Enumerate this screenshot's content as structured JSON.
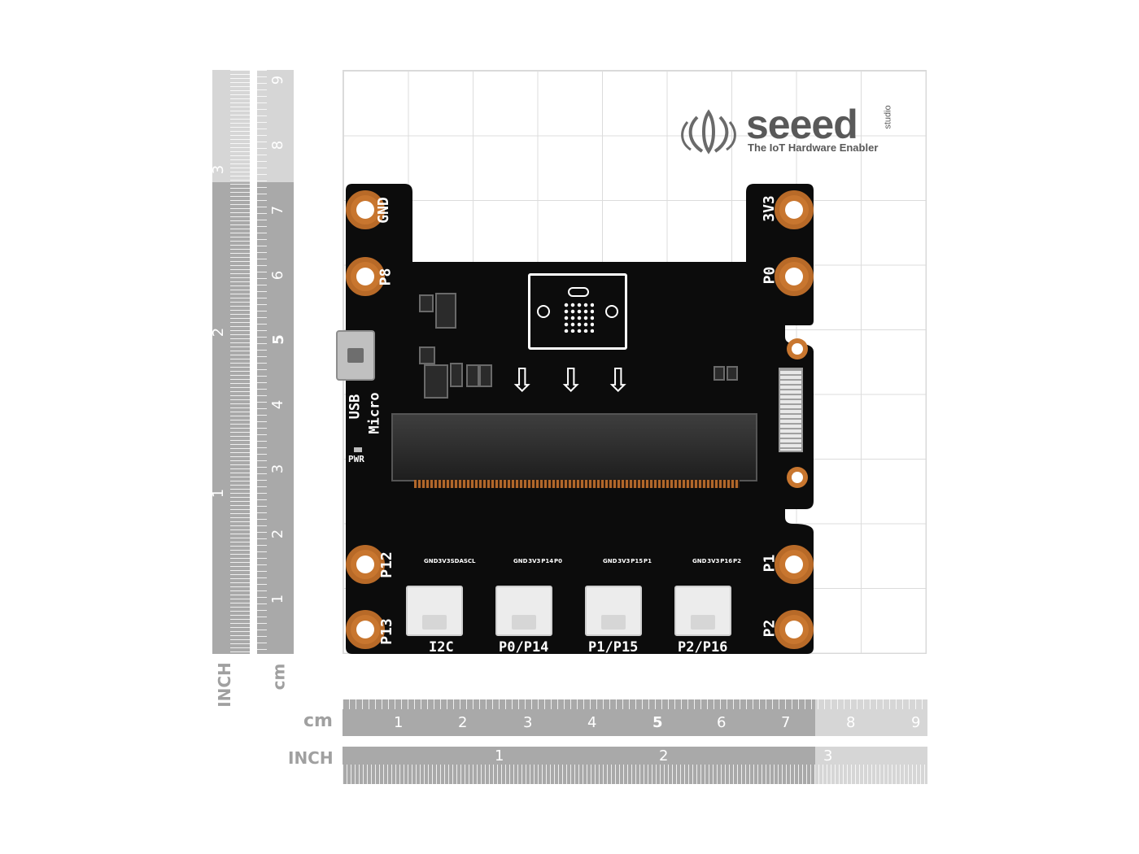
{
  "logo": {
    "name": "seeed",
    "sub": "studio",
    "tagline": "The IoT Hardware Enabler"
  },
  "rulers": {
    "left_inch_label": "INCH",
    "left_cm_label": "cm",
    "bottom_cm_label": "cm",
    "bottom_inch_label": "INCH",
    "cm_ticks": [
      "1",
      "2",
      "3",
      "4",
      "5",
      "6",
      "7",
      "8",
      "9"
    ],
    "inch_ticks": [
      "1",
      "2",
      "3"
    ]
  },
  "board": {
    "pads_left": [
      "GND",
      "P8",
      "P12",
      "P13"
    ],
    "pads_right": [
      "3V3",
      "P0",
      "P1",
      "P2"
    ],
    "usb_label_1": "Micro",
    "usb_label_2": "USB",
    "pwr_label": "PWR",
    "connectors": [
      {
        "name": "I2C",
        "pins": [
          "GND",
          "3V3",
          "SDA",
          "SCL"
        ]
      },
      {
        "name": "P0/P14",
        "pins": [
          "GND",
          "3V3",
          "P14",
          "P0"
        ]
      },
      {
        "name": "P1/P15",
        "pins": [
          "GND",
          "3V3",
          "P15",
          "P1"
        ]
      },
      {
        "name": "P2/P16",
        "pins": [
          "GND",
          "3V3",
          "P16",
          "P2"
        ]
      }
    ],
    "arrows": [
      "⇩",
      "⇩",
      "⇩"
    ]
  },
  "colors": {
    "board": "#0c0c0c",
    "pad": "#c8762f",
    "ruler": "#a9a9a9",
    "logo": "#595959"
  }
}
